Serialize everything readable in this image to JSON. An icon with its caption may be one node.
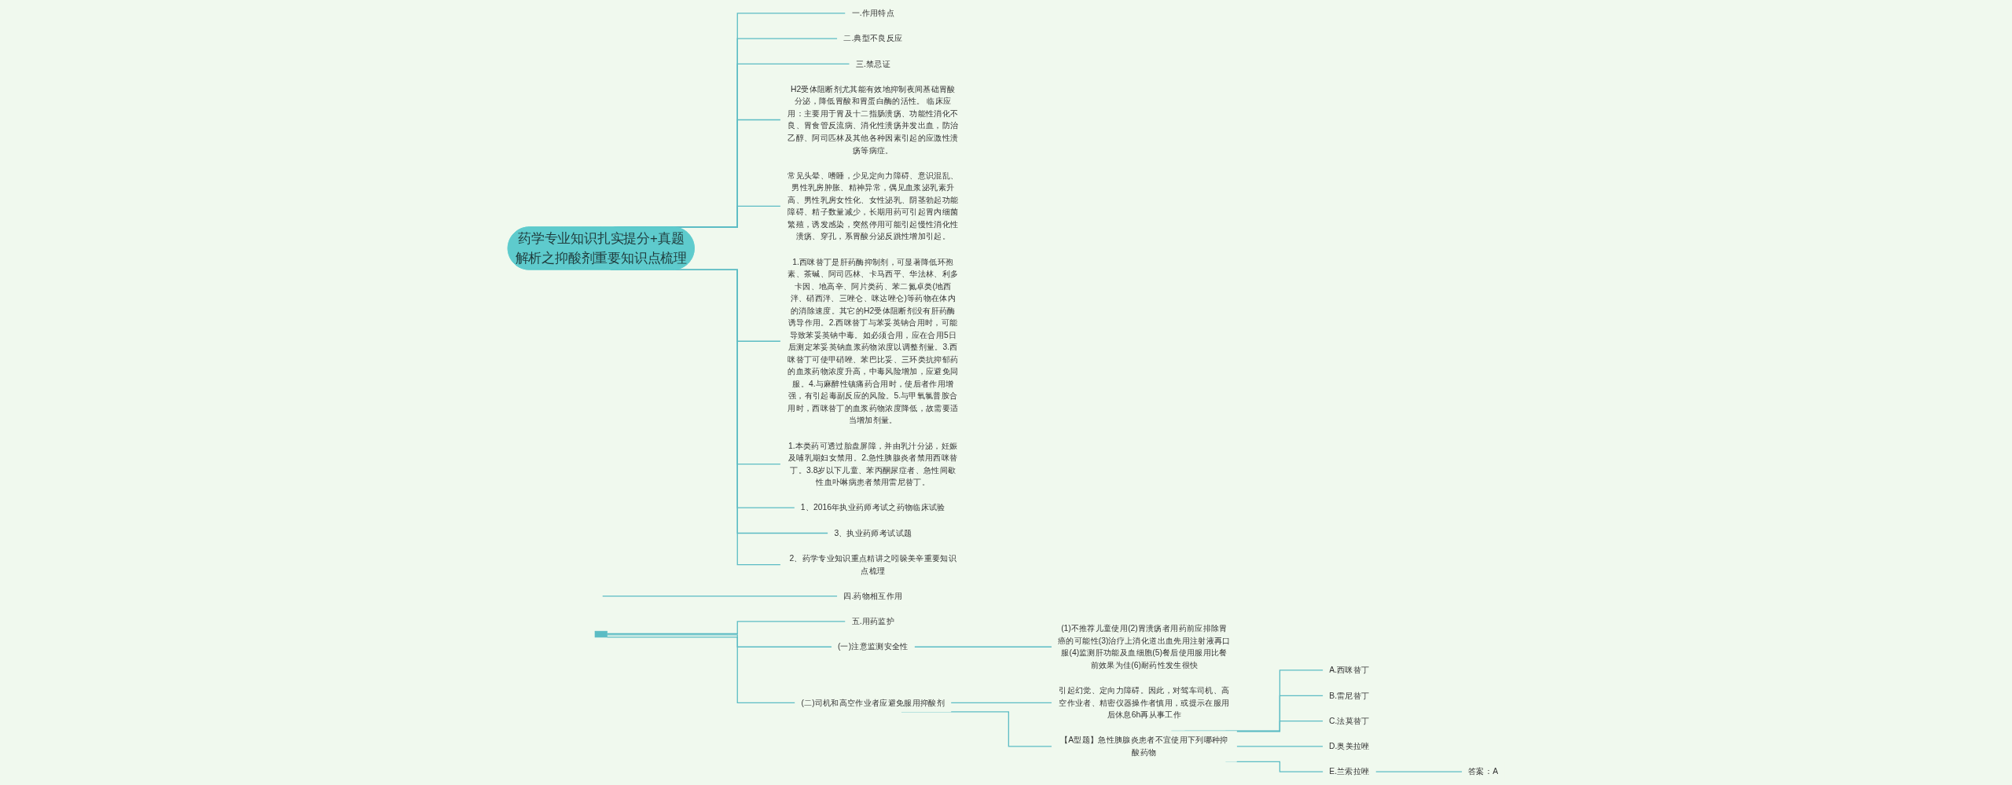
{
  "diagram": {
    "nodes": [
      {
        "text": [
          "药学专业知识扎实提分+真题解析之抑酸剂重要知识点梳理"
        ]
      },
      {
        "text": [
          "一.作用特点"
        ]
      },
      {
        "text": [
          "二.典型不良反应"
        ]
      },
      {
        "text": [
          "三.禁忌证"
        ]
      },
      {
        "text": [
          "H2受体阻断剂尤其能有效地抑制夜间基础胃酸分泌，降低胃酸和胃蛋白酶的活性。 临床应用：主要用于胃及十二指肠溃疡、功能性消化不良、胃食管反流病、消化性溃疡并发出血，防治乙醇、阿司匹林及其他各种因素引起的应激性溃疡等病症。"
        ]
      },
      {
        "text": [
          "常见头晕、嗜睡，少见定向力障碍、意识混乱、男性乳房肿胀、精神异常，偶见血浆泌乳素升高、男性乳房女性化、女性泌乳、阴茎勃起功能障碍、精子数量减少，长期用药可引起胃内细菌繁殖，诱发感染，突然停用可能引起慢性消化性溃疡、穿孔，系胃酸分泌反跳性增加引起。"
        ]
      },
      {
        "text": [
          "1.西咪替丁是肝药酶抑制剂，可显著降低环孢素、茶碱、阿司匹林、卡马西平、华法林、利多卡因、地高辛、阿片类药、苯二氮卓类(地西泮、硝西泮、三唑仑、咪达唑仑)等药物在体内的消除速度。其它的H2受体阻断剂没有肝药酶诱导作用。2.西咪替丁与苯妥英钠合用时，可能导致苯妥英钠中毒。如必须合用，应在合用5日后测定苯妥英钠血浆药物浓度以调整剂量。3.西咪替丁可使甲硝唑、苯巴比妥、三环类抗抑郁药的血浆药物浓度升高，中毒风险增加，应避免同服。4.与麻醉性镇痛药合用时，使后者作用增强，有引起毒副反应的风险。5.与甲氧氯普胺合用时，西咪替丁的血浆药物浓度降低，故需要适当增加剂量。"
        ]
      },
      {
        "text": [
          "1.本类药可透过胎盘屏障，并由乳汁分泌，妊娠及哺乳期妇女禁用。2.急性胰腺炎者禁用西咪替丁。3.8岁以下儿童、苯丙酮尿症者、急性间歇性血卟啉病患者禁用雷尼替丁。"
        ]
      },
      {
        "text": [
          "四.药物相互作用"
        ]
      },
      {
        "text": [
          "1、2016年执业药师考试之药物临床试验"
        ]
      },
      {
        "text": [
          "3、执业药师考试试题"
        ]
      },
      {
        "text": [
          "2、药学专业知识重点精讲之吲哚美辛重要知识点梳理"
        ]
      },
      {
        "text": [
          "五.用药监护"
        ]
      },
      {
        "text": [
          "(一)注意监测安全性"
        ]
      },
      {
        "text": [
          "(1)不推荐儿童使用(2)胃溃疡者用药前应排除胃癌的可能性(3)治疗上消化道出血先用注射液再口服(4)监测肝功能及血细胞(5)餐后使用服用比餐前效果为佳(6)耐药性发生很快"
        ]
      },
      {
        "text": [
          "(二)司机和高空作业者应避免服用抑酸剂"
        ]
      },
      {
        "text": [
          "引起幻觉、定向力障碍。因此，对驾车司机、高空作业者、精密仪器操作者慎用，或提示在服用后休息6h再从事工作"
        ]
      },
      {
        "text": [
          "【A型题】急性胰腺炎患者不宜使用下列哪种抑酸药物"
        ]
      },
      {
        "text": [
          "A.西咪替丁"
        ]
      },
      {
        "text": [
          "B.雷尼替丁"
        ]
      },
      {
        "text": [
          "C.法莫替丁"
        ]
      },
      {
        "text": [
          "D.奥美拉唑"
        ]
      },
      {
        "text": [
          "E.兰索拉唑"
        ]
      },
      {
        "text": [
          "答案：A"
        ]
      },
      {
        "text": [],
        "shape": "bar"
      }
    ],
    "edges": [
      {
        "from": 0,
        "to": 1,
        "arrow": "none"
      },
      {
        "from": 0,
        "to": 2,
        "arrow": "none"
      },
      {
        "from": 0,
        "to": 3,
        "arrow": "none"
      },
      {
        "from": 0,
        "to": 4,
        "arrow": "none"
      },
      {
        "from": 0,
        "to": 5,
        "arrow": "none"
      },
      {
        "from": 0,
        "to": 6,
        "arrow": "none"
      },
      {
        "from": 0,
        "to": 7,
        "arrow": "none"
      },
      {
        "from": 0,
        "to": 9,
        "arrow": "none"
      },
      {
        "from": 0,
        "to": 10,
        "arrow": "none"
      },
      {
        "from": 0,
        "to": 11,
        "arrow": "none"
      },
      {
        "from": 8,
        "to": null,
        "arrow": "none"
      },
      {
        "from": 24,
        "to": 12,
        "arrow": "none"
      },
      {
        "from": 24,
        "to": 13,
        "arrow": "none"
      },
      {
        "from": 24,
        "to": 15,
        "arrow": "none"
      },
      {
        "from": 13,
        "to": 14,
        "arrow": "none"
      },
      {
        "from": 15,
        "to": 16,
        "arrow": "none"
      },
      {
        "from": 15,
        "to": 17,
        "arrow": "none"
      },
      {
        "from": 17,
        "to": 18,
        "arrow": "none"
      },
      {
        "from": 17,
        "to": 19,
        "arrow": "none"
      },
      {
        "from": 17,
        "to": 20,
        "arrow": "none"
      },
      {
        "from": 17,
        "to": 21,
        "arrow": "none"
      },
      {
        "from": 17,
        "to": 22,
        "arrow": "none"
      },
      {
        "from": 22,
        "to": 23,
        "arrow": "none"
      }
    ]
  }
}
